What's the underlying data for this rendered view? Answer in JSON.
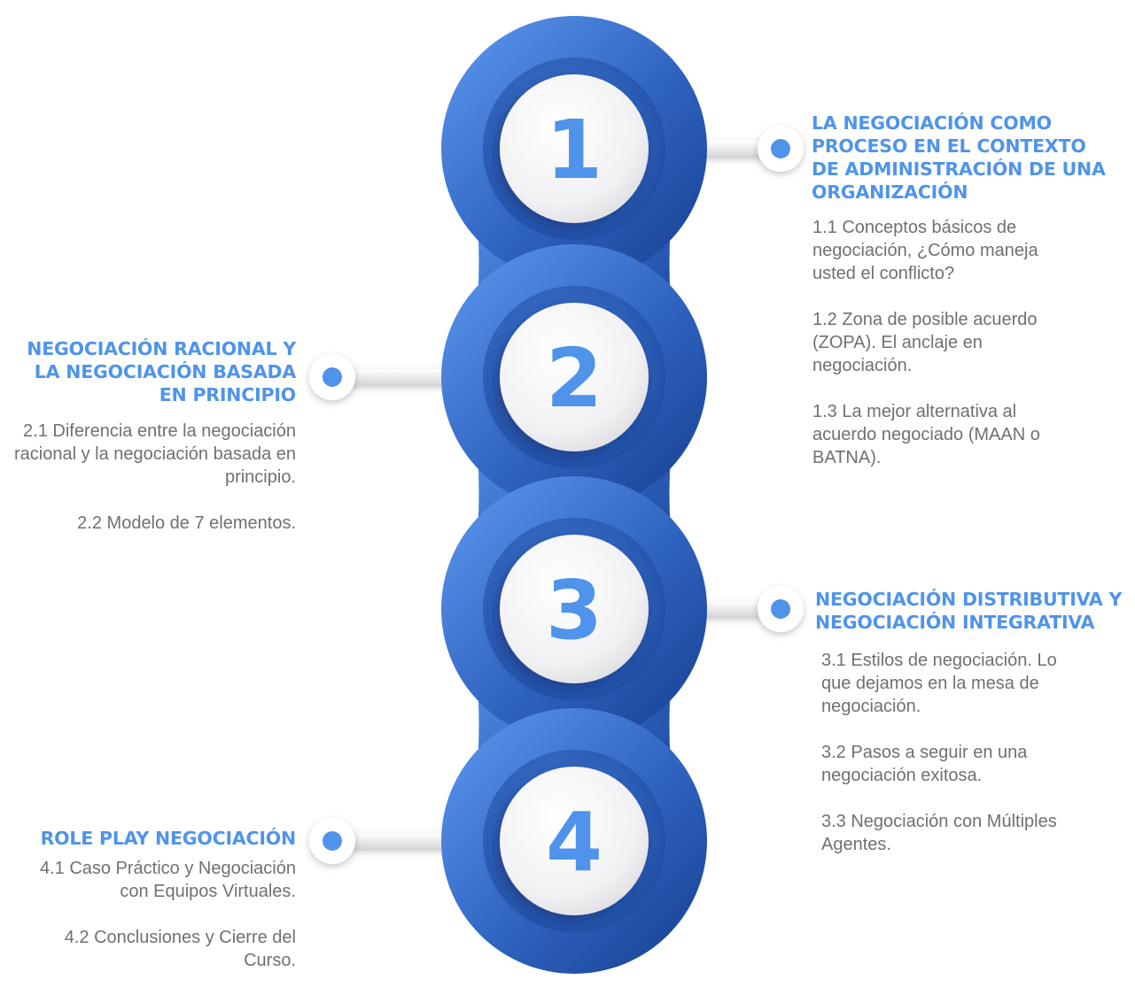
{
  "modules": [
    {
      "number": "1",
      "title": "LA NEGOCIACIÓN COMO PROCESO EN EL CONTEXTO DE ADMINISTRACIÓN DE UNA ORGANIZACIÓN",
      "topics": [
        "1.1 Conceptos básicos de negociación, ¿Cómo maneja usted el conflicto?",
        "1.2 Zona de posible acuerdo (ZOPA). El anclaje en negociación.",
        "1.3 La mejor alternativa al acuerdo negociado (MAAN o BATNA)."
      ]
    },
    {
      "number": "2",
      "title": "NEGOCIACIÓN RACIONAL Y LA NEGOCIACIÓN BASADA EN PRINCIPIO",
      "topics": [
        "2.1 Diferencia entre la negociación racional y la negociación basada en principio.",
        "2.2 Modelo de 7 elementos."
      ]
    },
    {
      "number": "3",
      "title": "NEGOCIACIÓN DISTRIBUTIVA Y NEGOCIACIÓN INTEGRATIVA",
      "topics": [
        "3.1 Estilos de negociación. Lo que dejamos en la mesa de negociación.",
        "3.2 Pasos a seguir en una negociación exitosa.",
        "3.3 Negociación con Múltiples Agentes."
      ]
    },
    {
      "number": "4",
      "title": "ROLE PLAY NEGOCIACIÓN",
      "topics": [
        "4.1 Caso Práctico y Negociación con Equipos Virtuales.",
        "4.2 Conclusiones y Cierre del Curso."
      ]
    }
  ],
  "colors": {
    "spine_light": "#5b94e6",
    "spine_dark": "#1f4fa4",
    "accent": "#4f94ea",
    "number": "#4f94ea",
    "topic_text": "#707070"
  }
}
